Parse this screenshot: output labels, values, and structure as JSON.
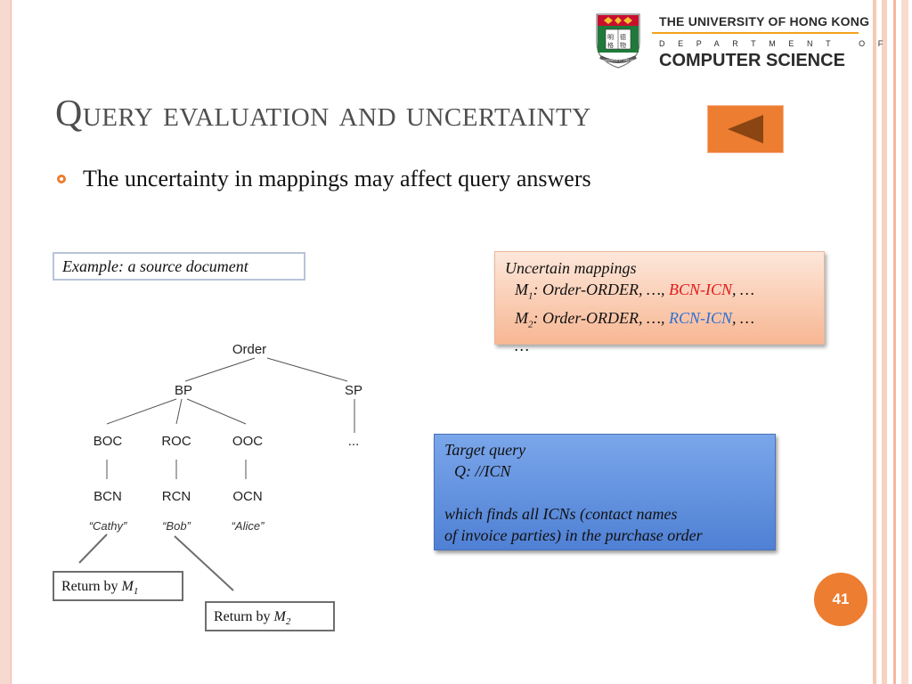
{
  "logo": {
    "university": "THE UNIVERSITY OF HONG KONG",
    "department": "DEPARTMENT OF",
    "school": "COMPUTER SCIENCE",
    "crest_motto": "SAPIENTIA ET VIRTUS"
  },
  "title": "Query evaluation and uncertainty",
  "bullet": "The uncertainty in mappings may affect query answers",
  "example_label": "Example: a source document",
  "tree": {
    "root": "Order",
    "level1": [
      "BP",
      "SP"
    ],
    "level2": [
      "BOC",
      "ROC",
      "OOC",
      "..."
    ],
    "level3": [
      "BCN",
      "RCN",
      "OCN"
    ],
    "values": [
      "“Cathy”",
      "“Bob”",
      "“Alice”"
    ]
  },
  "returns": {
    "m1": {
      "prefix": "Return by ",
      "var": "M",
      "sub": "1"
    },
    "m2": {
      "prefix": "Return by ",
      "var": "M",
      "sub": "2"
    }
  },
  "mappings": {
    "heading": "Uncertain mappings",
    "m1": {
      "var": "M",
      "sub": "1",
      "text": ": Order-ORDER, …, ",
      "highlight": "BCN-ICN",
      "suffix": ", …"
    },
    "m2": {
      "var": "M",
      "sub": "2",
      "text": ": Order-ORDER, …, ",
      "highlight": "RCN-ICN",
      "suffix": ", …"
    },
    "more": "…",
    "colors": {
      "m1_highlight": "#e11b1b",
      "m2_highlight": "#2e6fd1"
    }
  },
  "query": {
    "heading": "Target query",
    "line": "Q: //ICN",
    "desc1": "which finds all ICNs (contact names",
    "desc2": "of invoice parties) in the purchase order"
  },
  "page_number": "41",
  "theme": {
    "accent": "#ed7d31"
  },
  "icons": {
    "back": "left-triangle-icon",
    "bullet": "ring-bullet-icon",
    "crest": "university-crest-icon"
  }
}
